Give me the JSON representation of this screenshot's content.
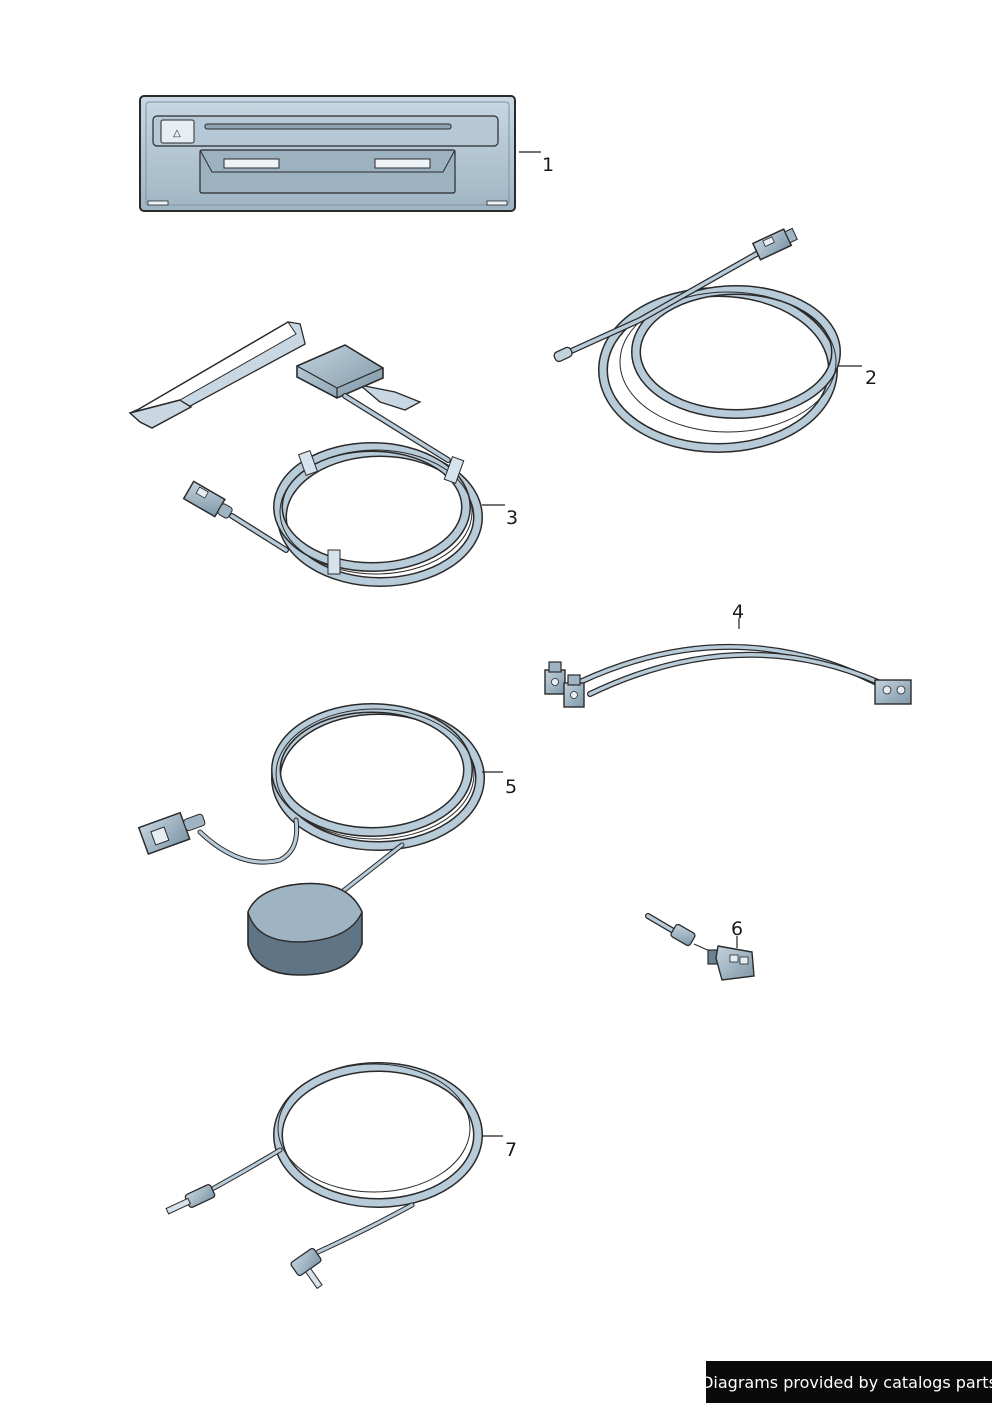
{
  "parts": [
    {
      "number": "1",
      "icon": "media-unit-icon"
    },
    {
      "number": "2",
      "icon": "coiled-cable-icon"
    },
    {
      "number": "3",
      "icon": "antenna-amplifier-cable-icon"
    },
    {
      "number": "4",
      "icon": "adapter-cable-icon"
    },
    {
      "number": "5",
      "icon": "gps-antenna-icon"
    },
    {
      "number": "6",
      "icon": "connector-icon"
    },
    {
      "number": "7",
      "icon": "audio-cable-icon"
    }
  ],
  "unit_button_glyph": "△",
  "credit": "Diagrams provided by catalogs parts",
  "colors": {
    "fill": "#b8cbd8",
    "fill_dark": "#6b8292",
    "fill_light": "#d6e3ec",
    "outline": "#2a2a2a"
  }
}
